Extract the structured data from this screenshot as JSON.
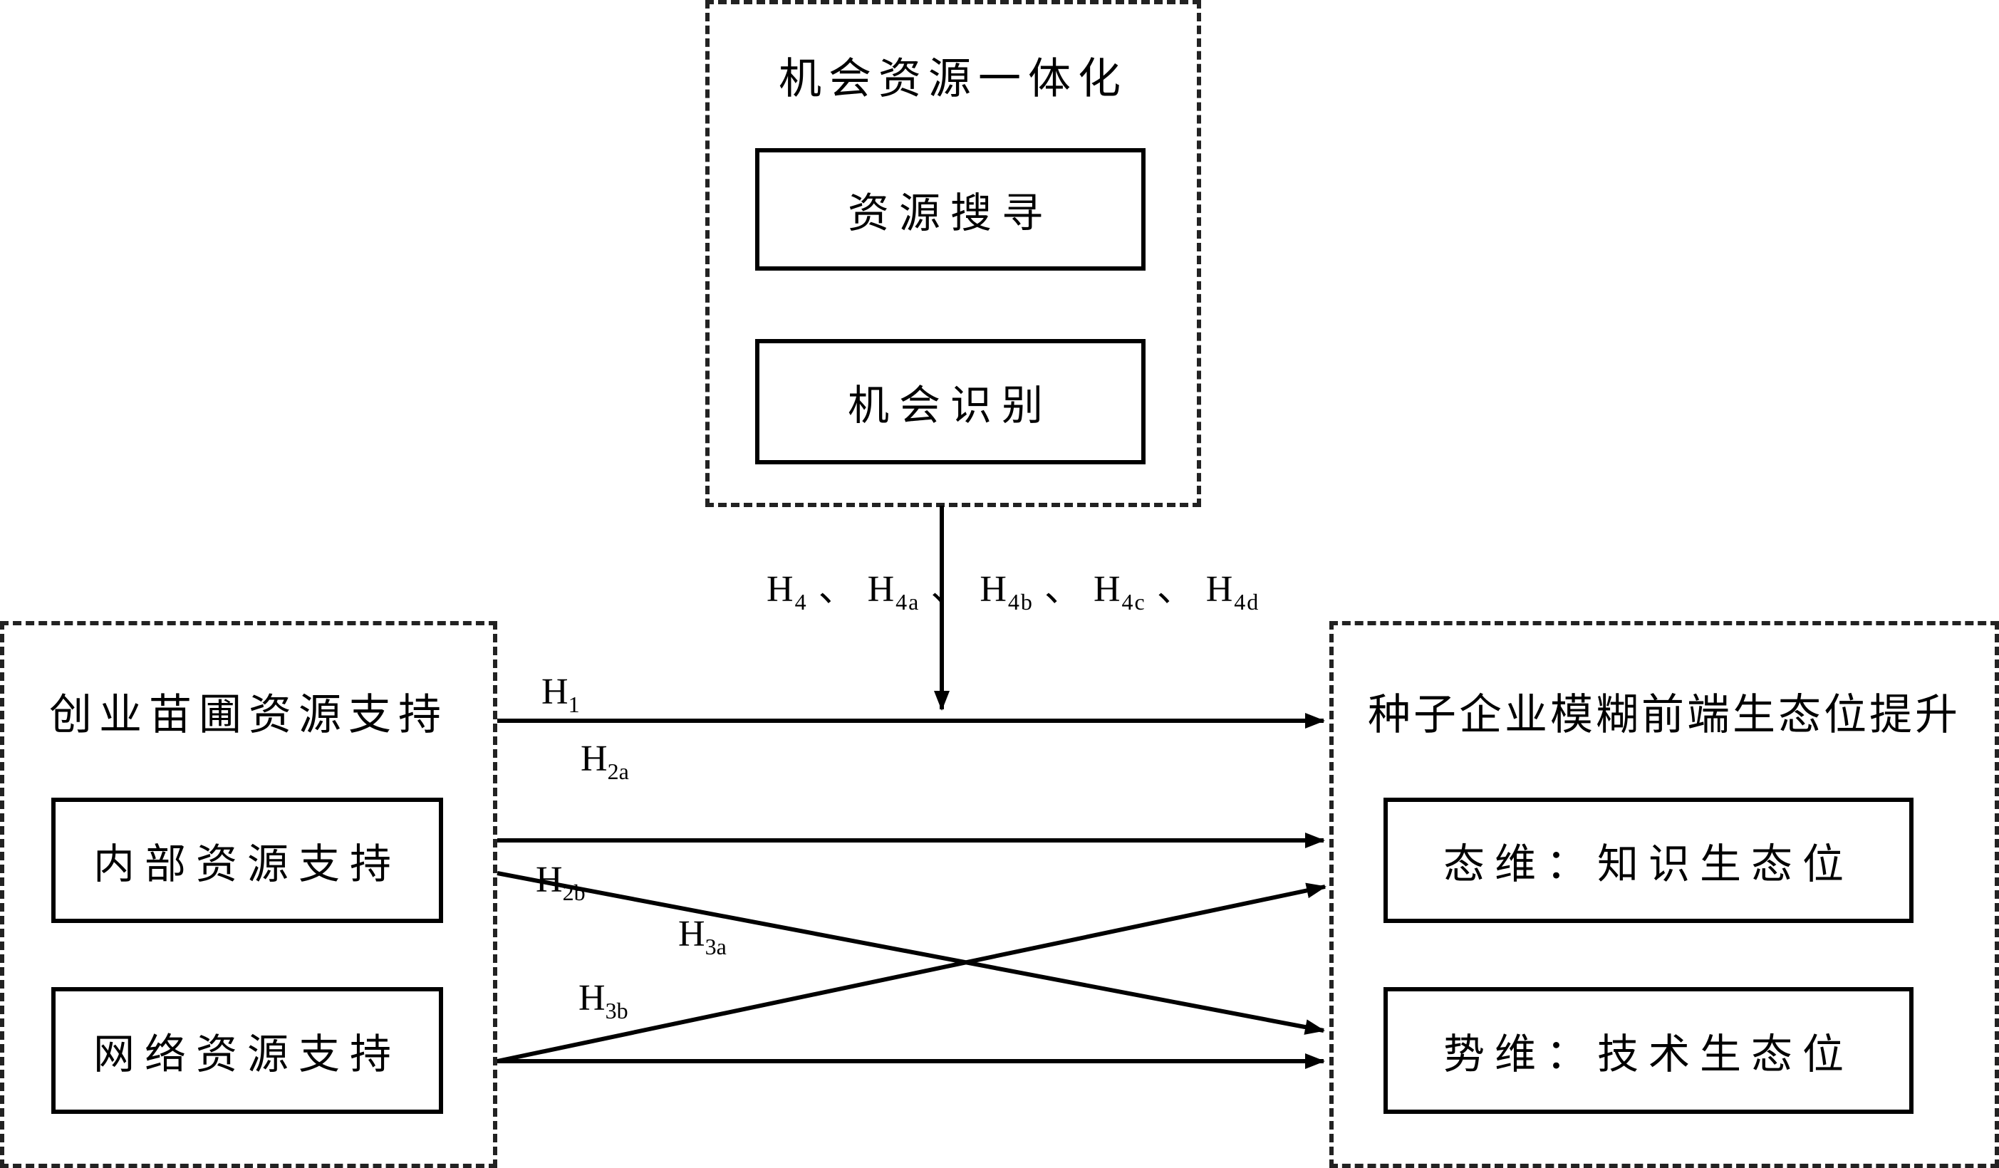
{
  "moderator": {
    "title": "机会资源一体化",
    "items": [
      "资源搜寻",
      "机会识别"
    ]
  },
  "independent": {
    "title": "创业苗圃资源支持",
    "items": [
      "内部资源支持",
      "网络资源支持"
    ]
  },
  "dependent": {
    "title": "种子企业模糊前端生态位提升",
    "items": [
      "态维：知识生态位",
      "势维：技术生态位"
    ]
  },
  "hypotheses": {
    "moderation": [
      {
        "base": "H",
        "sub": "4"
      },
      {
        "base": "H",
        "sub": "4a"
      },
      {
        "base": "H",
        "sub": "4b"
      },
      {
        "base": "H",
        "sub": "4c"
      },
      {
        "base": "H",
        "sub": "4d"
      }
    ],
    "separator": "、",
    "h1": {
      "base": "H",
      "sub": "1"
    },
    "h2a": {
      "base": "H",
      "sub": "2a"
    },
    "h2b": {
      "base": "H",
      "sub": "2b"
    },
    "h3a": {
      "base": "H",
      "sub": "3a"
    },
    "h3b": {
      "base": "H",
      "sub": "3b"
    }
  },
  "links": [
    {
      "id": "H1",
      "from": "创业苗圃资源支持",
      "to": "种子企业模糊前端生态位提升"
    },
    {
      "id": "H2a",
      "from": "内部资源支持",
      "to": "态维：知识生态位"
    },
    {
      "id": "H2b",
      "from": "内部资源支持",
      "to": "势维：技术生态位"
    },
    {
      "id": "H3a",
      "from": "网络资源支持",
      "to": "态维：知识生态位"
    },
    {
      "id": "H3b",
      "from": "网络资源支持",
      "to": "势维：技术生态位"
    },
    {
      "id": "H4",
      "from": "机会资源一体化",
      "to": "H1",
      "type": "moderation"
    }
  ]
}
